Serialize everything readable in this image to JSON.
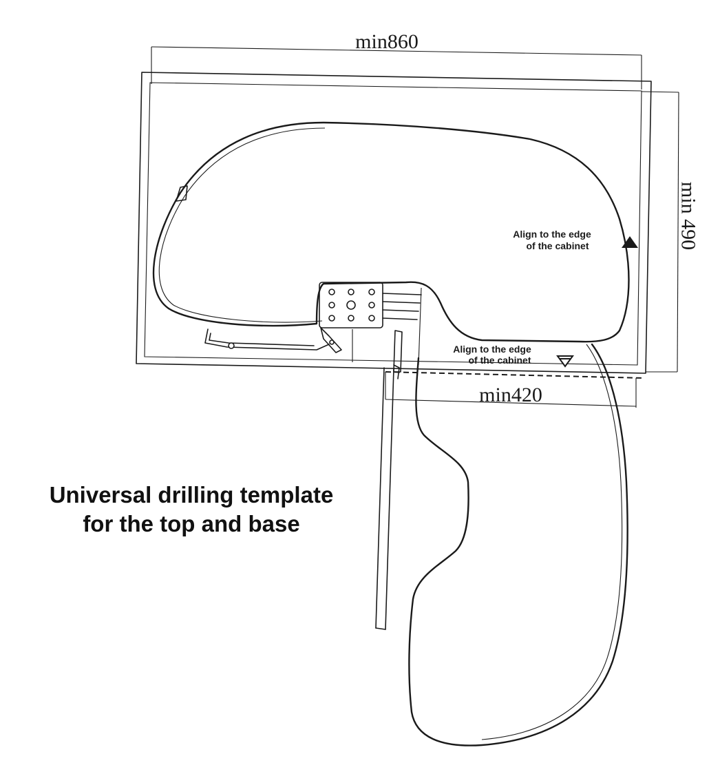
{
  "dimensions": {
    "width_label": "min860",
    "depth_label": "min 490",
    "door_label": "min420"
  },
  "annotations": {
    "align_back_line1": "Align to the edge",
    "align_back_line2": "of the cabinet",
    "align_front_line1": "Align to the edge",
    "align_front_line2": "of the cabinet"
  },
  "caption": {
    "line1": "Universal drilling template",
    "line2": "for the top and base"
  },
  "colors": {
    "line": "#1a1a1a",
    "background": "#ffffff"
  },
  "icons": {
    "alignment_marker_back": "triangle-marker-icon",
    "alignment_marker_front": "triangle-down-marker-icon"
  }
}
